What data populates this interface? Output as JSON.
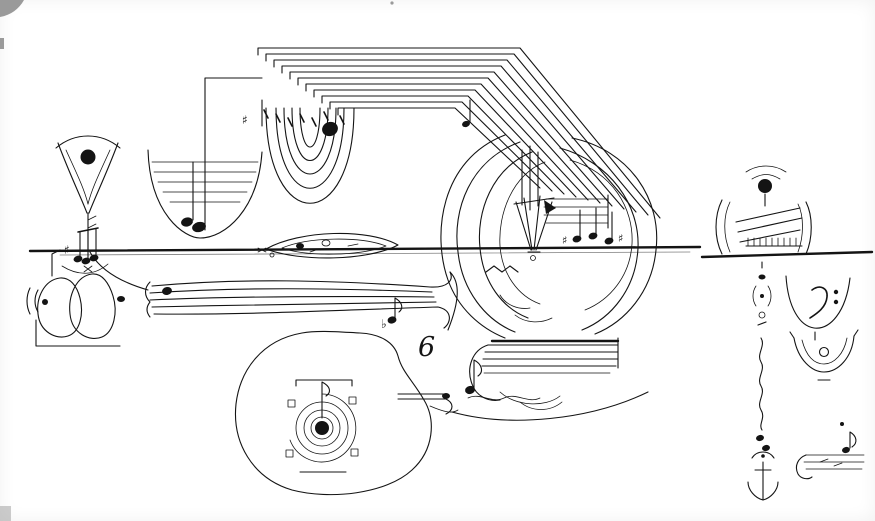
{
  "meta": {
    "title": "Abstract graphic music score — scanned ink drawing",
    "description": "Hand-drawn experimental music notation: a long single staff line crossed by fans of straight lines, nested arcs, filled noteheads, a spiral target inside an amoeba outline, boat-shaped lenses, wave bundles and a separate right-hand system of small calligraphic glyphs.",
    "page_kind": "graphic-score"
  },
  "palette": {
    "paper": "#ffffff",
    "ink": "#141414",
    "ink_soft": "#3a3a3a",
    "smudge": "#9a9a9a"
  },
  "glyphs": {
    "sharp": "♯",
    "flat": "♭",
    "six": "6"
  },
  "elements": [
    "scan-smudges",
    "main-staff-line",
    "fan-roof",
    "hanging-ticks",
    "tall-stem-hook",
    "nested-arc-bowl",
    "bowl-notehead",
    "left-funnel",
    "funnel-notehead",
    "left-note-cluster",
    "left-pear-shapes",
    "left-edge-parens",
    "u-staff-curve",
    "u-staff-notehead",
    "boat-lens",
    "wave-bundle",
    "right-oval-arcs",
    "kite-claw",
    "staff-fragment-right",
    "six-glyph",
    "lower-staff-wedge",
    "blob-amoeba",
    "spiral-target",
    "blob-exit-lines",
    "right-upper-cluster",
    "right-staff-segment",
    "right-cup-clef",
    "right-nested-arcs",
    "right-column-glyphs",
    "right-bottom-staff",
    "tiny-note-top"
  ]
}
